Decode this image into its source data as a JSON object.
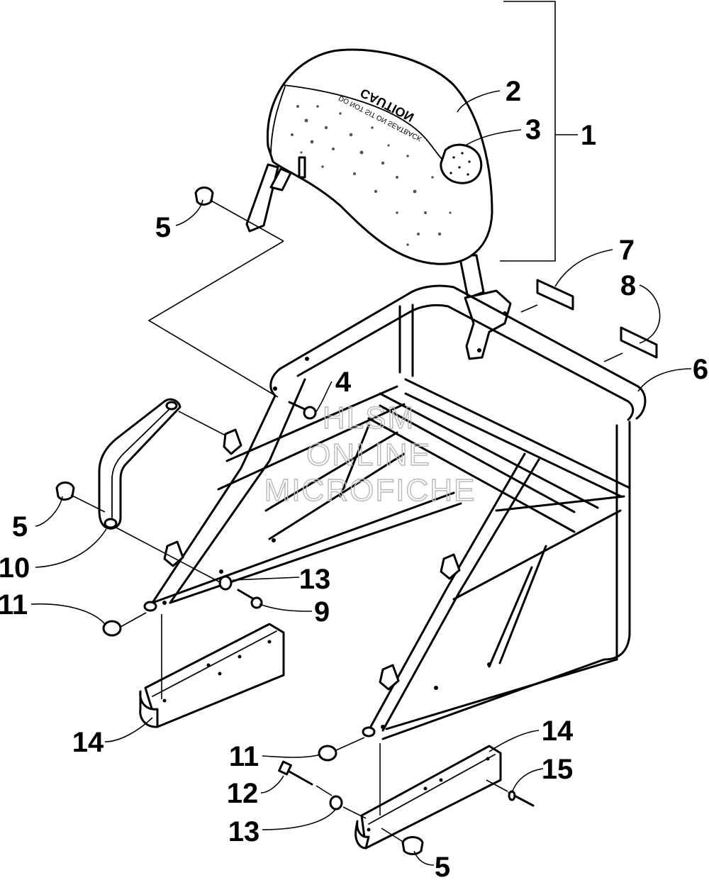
{
  "callouts": [
    {
      "id": "1",
      "label": "1"
    },
    {
      "id": "2",
      "label": "2"
    },
    {
      "id": "3",
      "label": "3"
    },
    {
      "id": "4",
      "label": "4"
    },
    {
      "id": "5a",
      "label": "5"
    },
    {
      "id": "5b",
      "label": "5"
    },
    {
      "id": "5c",
      "label": "5"
    },
    {
      "id": "6",
      "label": "6"
    },
    {
      "id": "7",
      "label": "7"
    },
    {
      "id": "8",
      "label": "8"
    },
    {
      "id": "9",
      "label": "9"
    },
    {
      "id": "10",
      "label": "10"
    },
    {
      "id": "11a",
      "label": "11"
    },
    {
      "id": "11b",
      "label": "11"
    },
    {
      "id": "12",
      "label": "12"
    },
    {
      "id": "13a",
      "label": "13"
    },
    {
      "id": "13b",
      "label": "13"
    },
    {
      "id": "14a",
      "label": "14"
    },
    {
      "id": "14b",
      "label": "14"
    },
    {
      "id": "15",
      "label": "15"
    }
  ],
  "backrest": {
    "caution_text": "CAUTION",
    "warning_text": "DO NOT SIT ON SEATBACK"
  },
  "watermark": {
    "line1": "HLSM",
    "line2": "ONLINE",
    "line3": "MICROFICHE"
  }
}
